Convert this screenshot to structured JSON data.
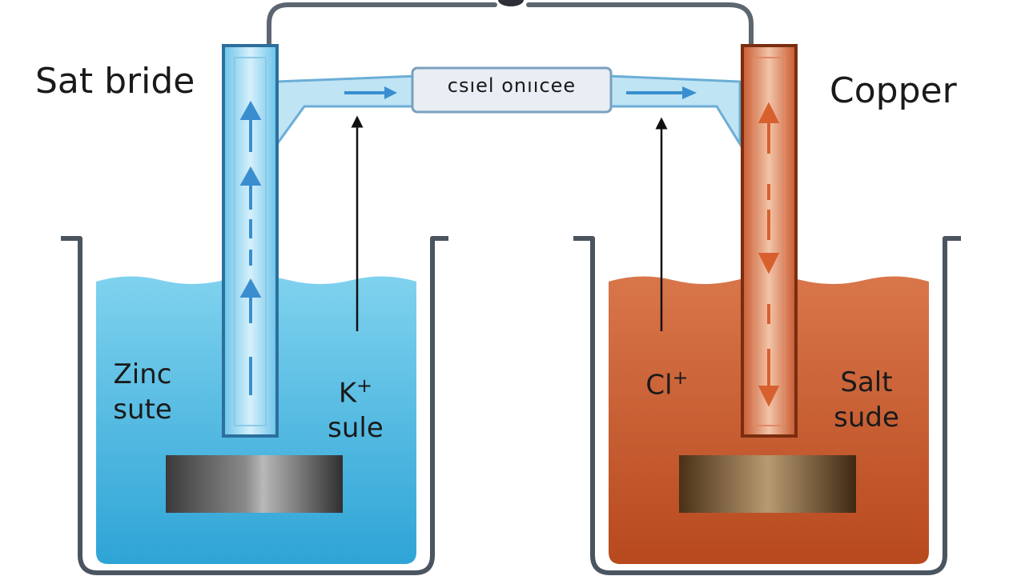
{
  "labels": {
    "salt_bridge_title": "Sat bride",
    "copper_title": "Copper",
    "bridge_tag": "csıel onııcee",
    "left_solution_line1": "Zinc",
    "left_solution_line2": "sute",
    "left_ion_symbol": "K",
    "left_ion_charge": "+",
    "left_ion_line2": "sule",
    "right_ion_symbol": "Cl",
    "right_ion_charge": "+",
    "right_solution_line1": "Salt",
    "right_solution_line2": "sude"
  },
  "colors": {
    "left_solution": "#4fbfe3",
    "right_solution": "#c4572a",
    "left_tube": "#9fd6ee",
    "right_tube": "#d0704a",
    "beaker_outline": "#4a5560",
    "zinc_electrode": "#4a4a4a",
    "copper_electrode": "#5a3a20",
    "arrow_blue": "#3a8ed0",
    "arrow_orange": "#d8602e",
    "wire": "#5c6670"
  }
}
